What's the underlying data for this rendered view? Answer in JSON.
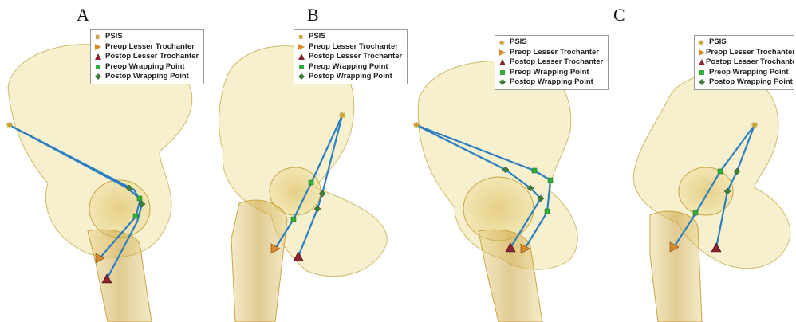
{
  "panel_labels": [
    "A",
    "B",
    "C"
  ],
  "legend": {
    "items": [
      {
        "label": "PSIS",
        "marker": "star-icon",
        "color": "#c9a23a"
      },
      {
        "label": "Preop Lesser Trochanter",
        "marker": "triangle-right-icon",
        "color": "#d98a2c"
      },
      {
        "label": "Postop Lesser Trochanter",
        "marker": "triangle-up-icon",
        "color": "#8b2432"
      },
      {
        "label": "Preop Wrapping Point",
        "marker": "square-icon",
        "color": "#2fae3a"
      },
      {
        "label": "Postop Wrapping Point",
        "marker": "diamond-icon",
        "color": "#3f7d3a"
      }
    ]
  },
  "colors": {
    "bone": "#e9dc8a",
    "bone_dark": "#c9a53a",
    "muscle_line": "#2d7fc0"
  }
}
